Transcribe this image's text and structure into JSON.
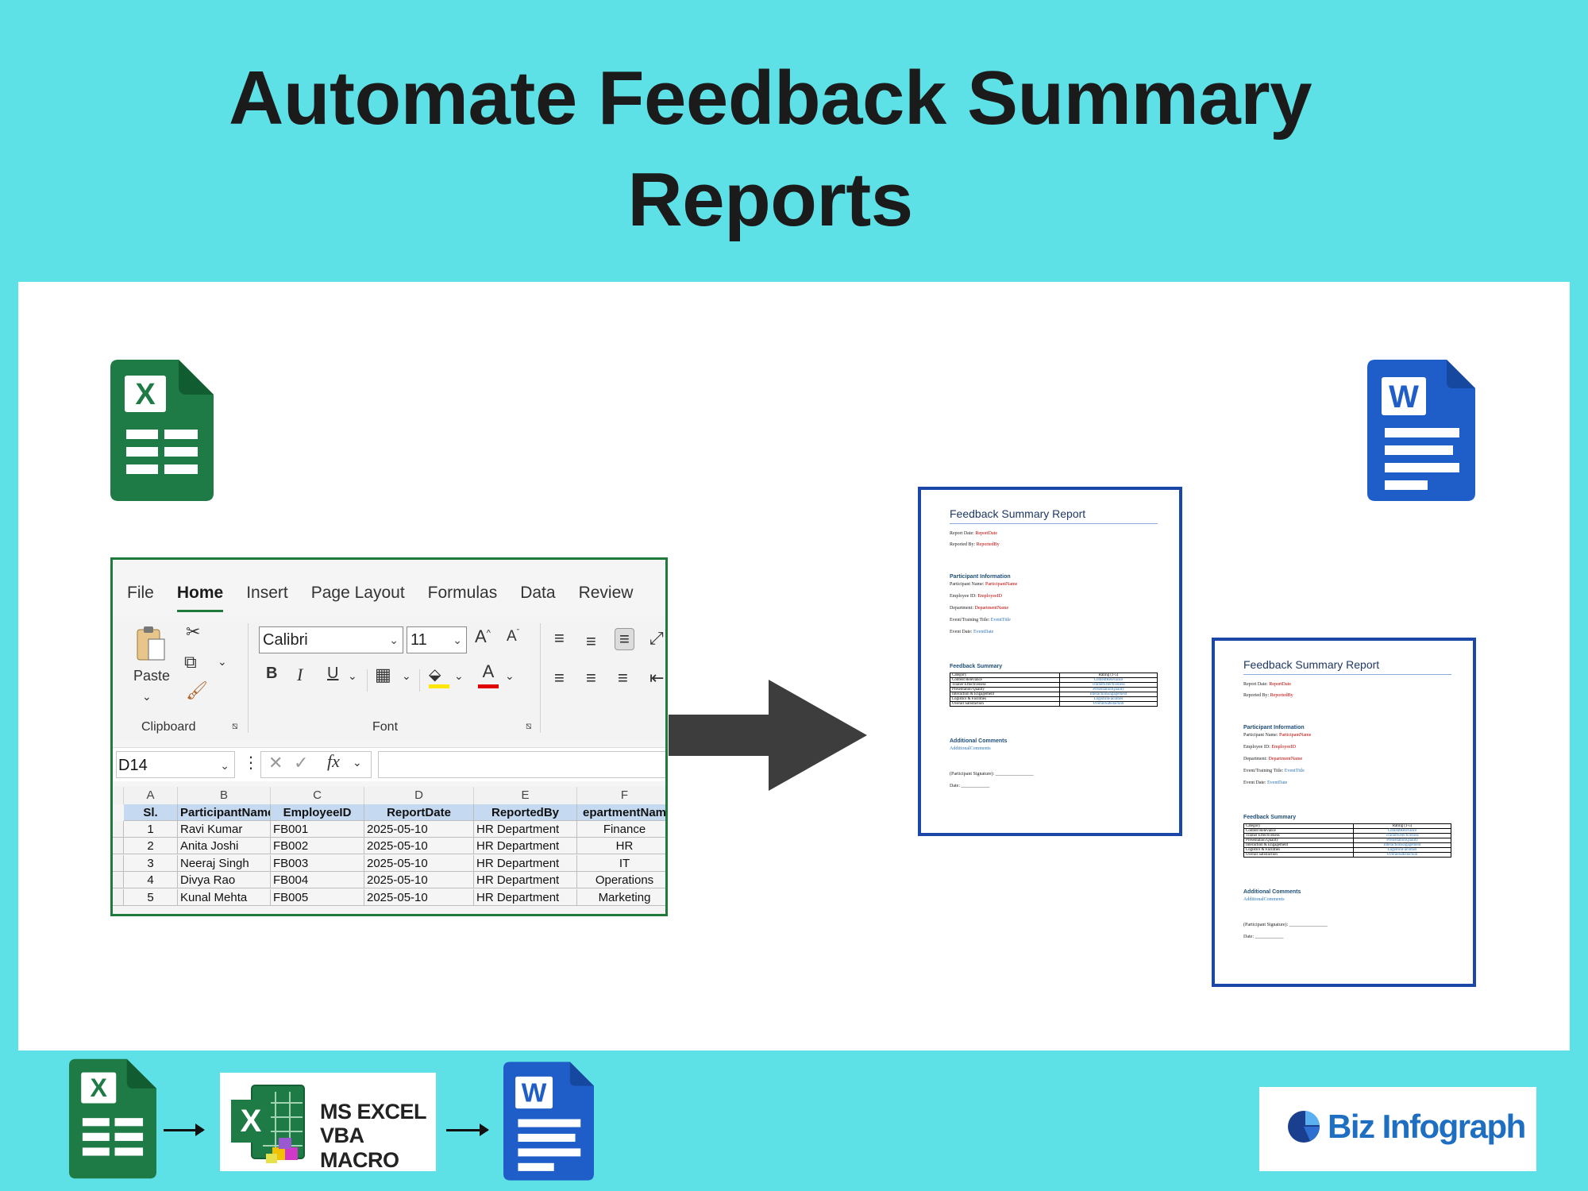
{
  "title": {
    "line1": "Automate Feedback Summary",
    "line2": "Reports"
  },
  "colors": {
    "background": "#5ee1e6",
    "excel_green": "#1e7b45",
    "word_blue": "#1f5ec8",
    "doc_border": "#1a47a8"
  },
  "icons": {
    "excel": "excel-file-icon",
    "word": "word-file-icon",
    "excel_letter": "X",
    "word_letter": "W"
  },
  "excel": {
    "menu": [
      "File",
      "Home",
      "Insert",
      "Page Layout",
      "Formulas",
      "Data",
      "Review"
    ],
    "active_menu": "Home",
    "clipboard": {
      "paste": "Paste",
      "label": "Clipboard"
    },
    "font": {
      "name": "Calibri",
      "size": "11",
      "label": "Font"
    },
    "name_box": "D14",
    "fx": "fx",
    "columns": [
      "A",
      "B",
      "C",
      "D",
      "E",
      "F"
    ],
    "headers": [
      "Sl.",
      "ParticipantName",
      "EmployeeID",
      "ReportDate",
      "ReportedBy",
      "epartmentNam"
    ],
    "rows": [
      [
        "1",
        "Ravi Kumar",
        "FB001",
        "2025-05-10",
        "HR Department",
        "Finance"
      ],
      [
        "2",
        "Anita Joshi",
        "FB002",
        "2025-05-10",
        "HR Department",
        "HR"
      ],
      [
        "3",
        "Neeraj Singh",
        "FB003",
        "2025-05-10",
        "HR Department",
        "IT"
      ],
      [
        "4",
        "Divya Rao",
        "FB004",
        "2025-05-10",
        "HR Department",
        "Operations"
      ],
      [
        "5",
        "Kunal Mehta",
        "FB005",
        "2025-05-10",
        "HR Department",
        "Marketing"
      ]
    ]
  },
  "doc": {
    "title": "Feedback Summary Report",
    "report_date_label": "Report Date:",
    "report_date_field": "ReportDate",
    "reported_by_label": "Reported By:",
    "reported_by_field": "ReportedBy",
    "participant_section": "Participant Information",
    "participant_name_label": "Participant Name:",
    "participant_name_field": "ParticipantName",
    "employee_id_label": "Employee ID:",
    "employee_id_field": "EmployeeID",
    "department_label": "Department:",
    "department_field": "DepartmentName",
    "event_title_label": "Event/Training Title:",
    "event_title_field": "EventTitle",
    "event_date_label": "Event Date:",
    "event_date_field": "EventDate",
    "feedback_section": "Feedback Summary",
    "table_headers": [
      "Category",
      "Rating (1-5)"
    ],
    "table_rows": [
      [
        "Content Relevance",
        "ContentRelevance"
      ],
      [
        "Trainer Effectiveness",
        "TrainerEffectiveness"
      ],
      [
        "Presentation Quality",
        "PresentationQuality"
      ],
      [
        "Interaction & Engagement",
        "InteractionEngagement"
      ],
      [
        "Logistics & Facilities",
        "LogisticsFacilities"
      ],
      [
        "Overall Satisfaction",
        "OverallSatisfaction"
      ]
    ],
    "comments_section": "Additional Comments",
    "comments_field": "AdditionalComments",
    "signature_label": "(Participant Signature): ________________",
    "date_label": "Date: ____________"
  },
  "flow": {
    "vba_line1": "MS EXCEL",
    "vba_line2": "VBA MACRO"
  },
  "brand": {
    "name": "Biz Infograph"
  }
}
